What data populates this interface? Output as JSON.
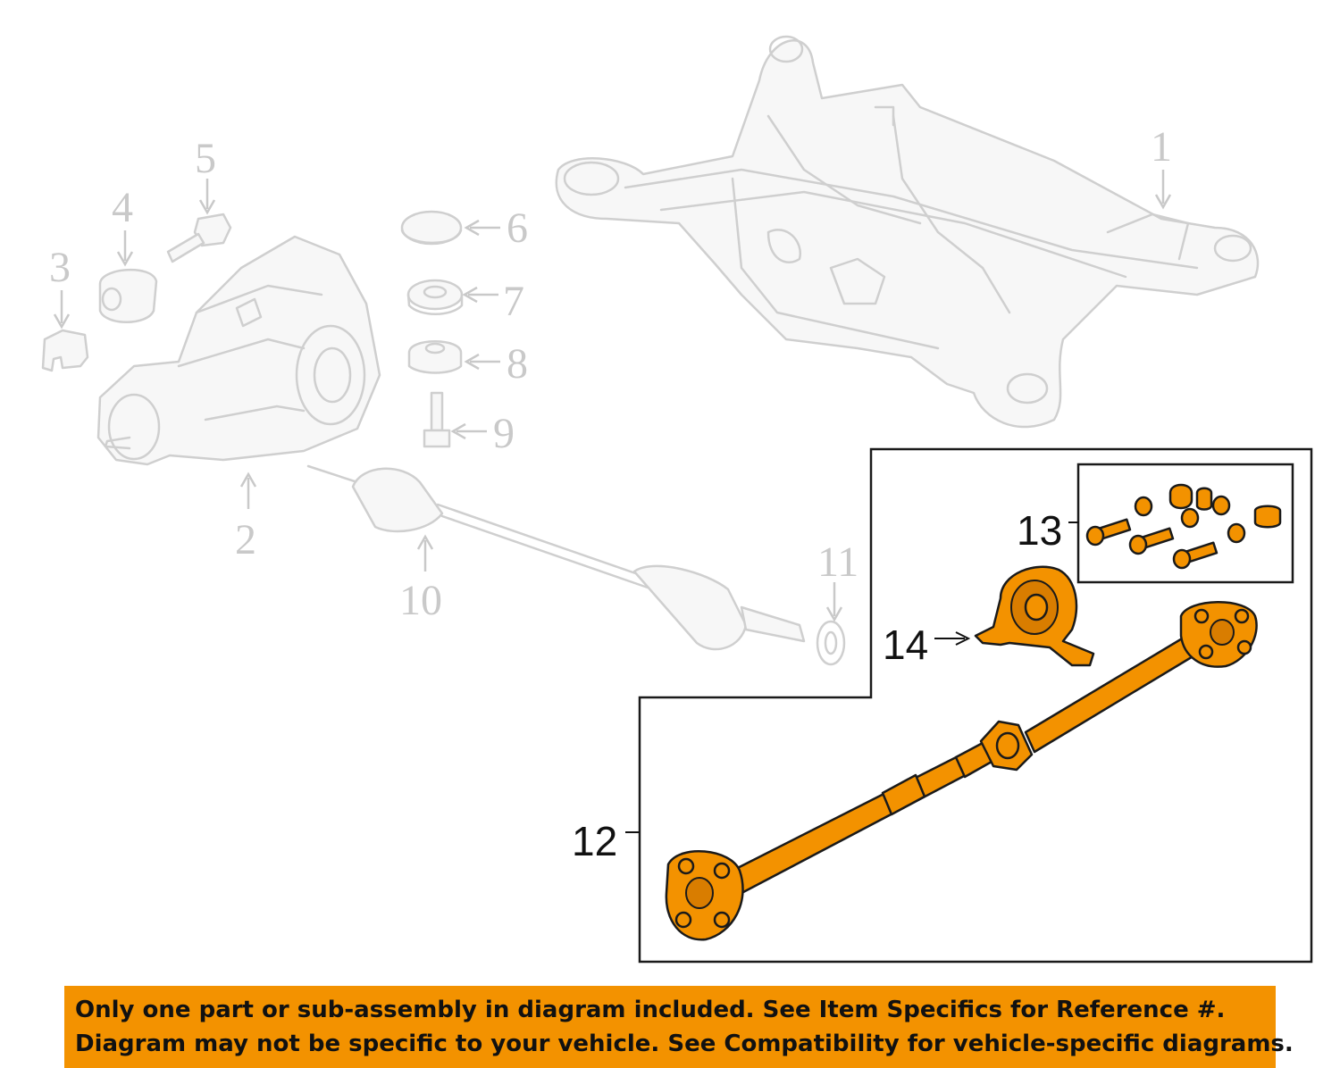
{
  "callouts": {
    "c1": "1",
    "c2": "2",
    "c3": "3",
    "c4": "4",
    "c5": "5",
    "c6": "6",
    "c7": "7",
    "c8": "8",
    "c9": "9",
    "c10": "10",
    "c11": "11",
    "c12": "12",
    "c13": "13",
    "c14": "14"
  },
  "colors": {
    "highlight": "#f39200",
    "ghost_line": "#cfcfcf",
    "callout_dim": "#c9c9c9",
    "notice_bg": "#f39200"
  },
  "notice": {
    "line1": "Only one part or sub-assembly in diagram included. See Item Specifics for Reference #.",
    "line2": "Diagram may not be specific to your vehicle. See Compatibility for vehicle-specific diagrams."
  }
}
